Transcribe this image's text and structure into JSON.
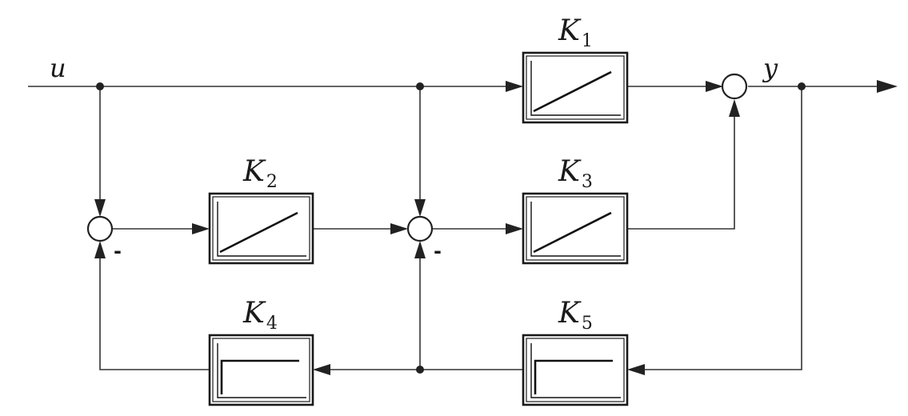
{
  "signals": {
    "input": "u",
    "output": "y"
  },
  "blocks": [
    {
      "id": "k1",
      "letter": "K",
      "sub": "1",
      "curve": "ramp"
    },
    {
      "id": "k2",
      "letter": "K",
      "sub": "2",
      "curve": "ramp"
    },
    {
      "id": "k3",
      "letter": "K",
      "sub": "3",
      "curve": "ramp"
    },
    {
      "id": "k4",
      "letter": "K",
      "sub": "4",
      "curve": "step"
    },
    {
      "id": "k5",
      "letter": "K",
      "sub": "5",
      "curve": "step"
    }
  ],
  "signs": {
    "sum_left": "-",
    "sum_mid": "-"
  }
}
